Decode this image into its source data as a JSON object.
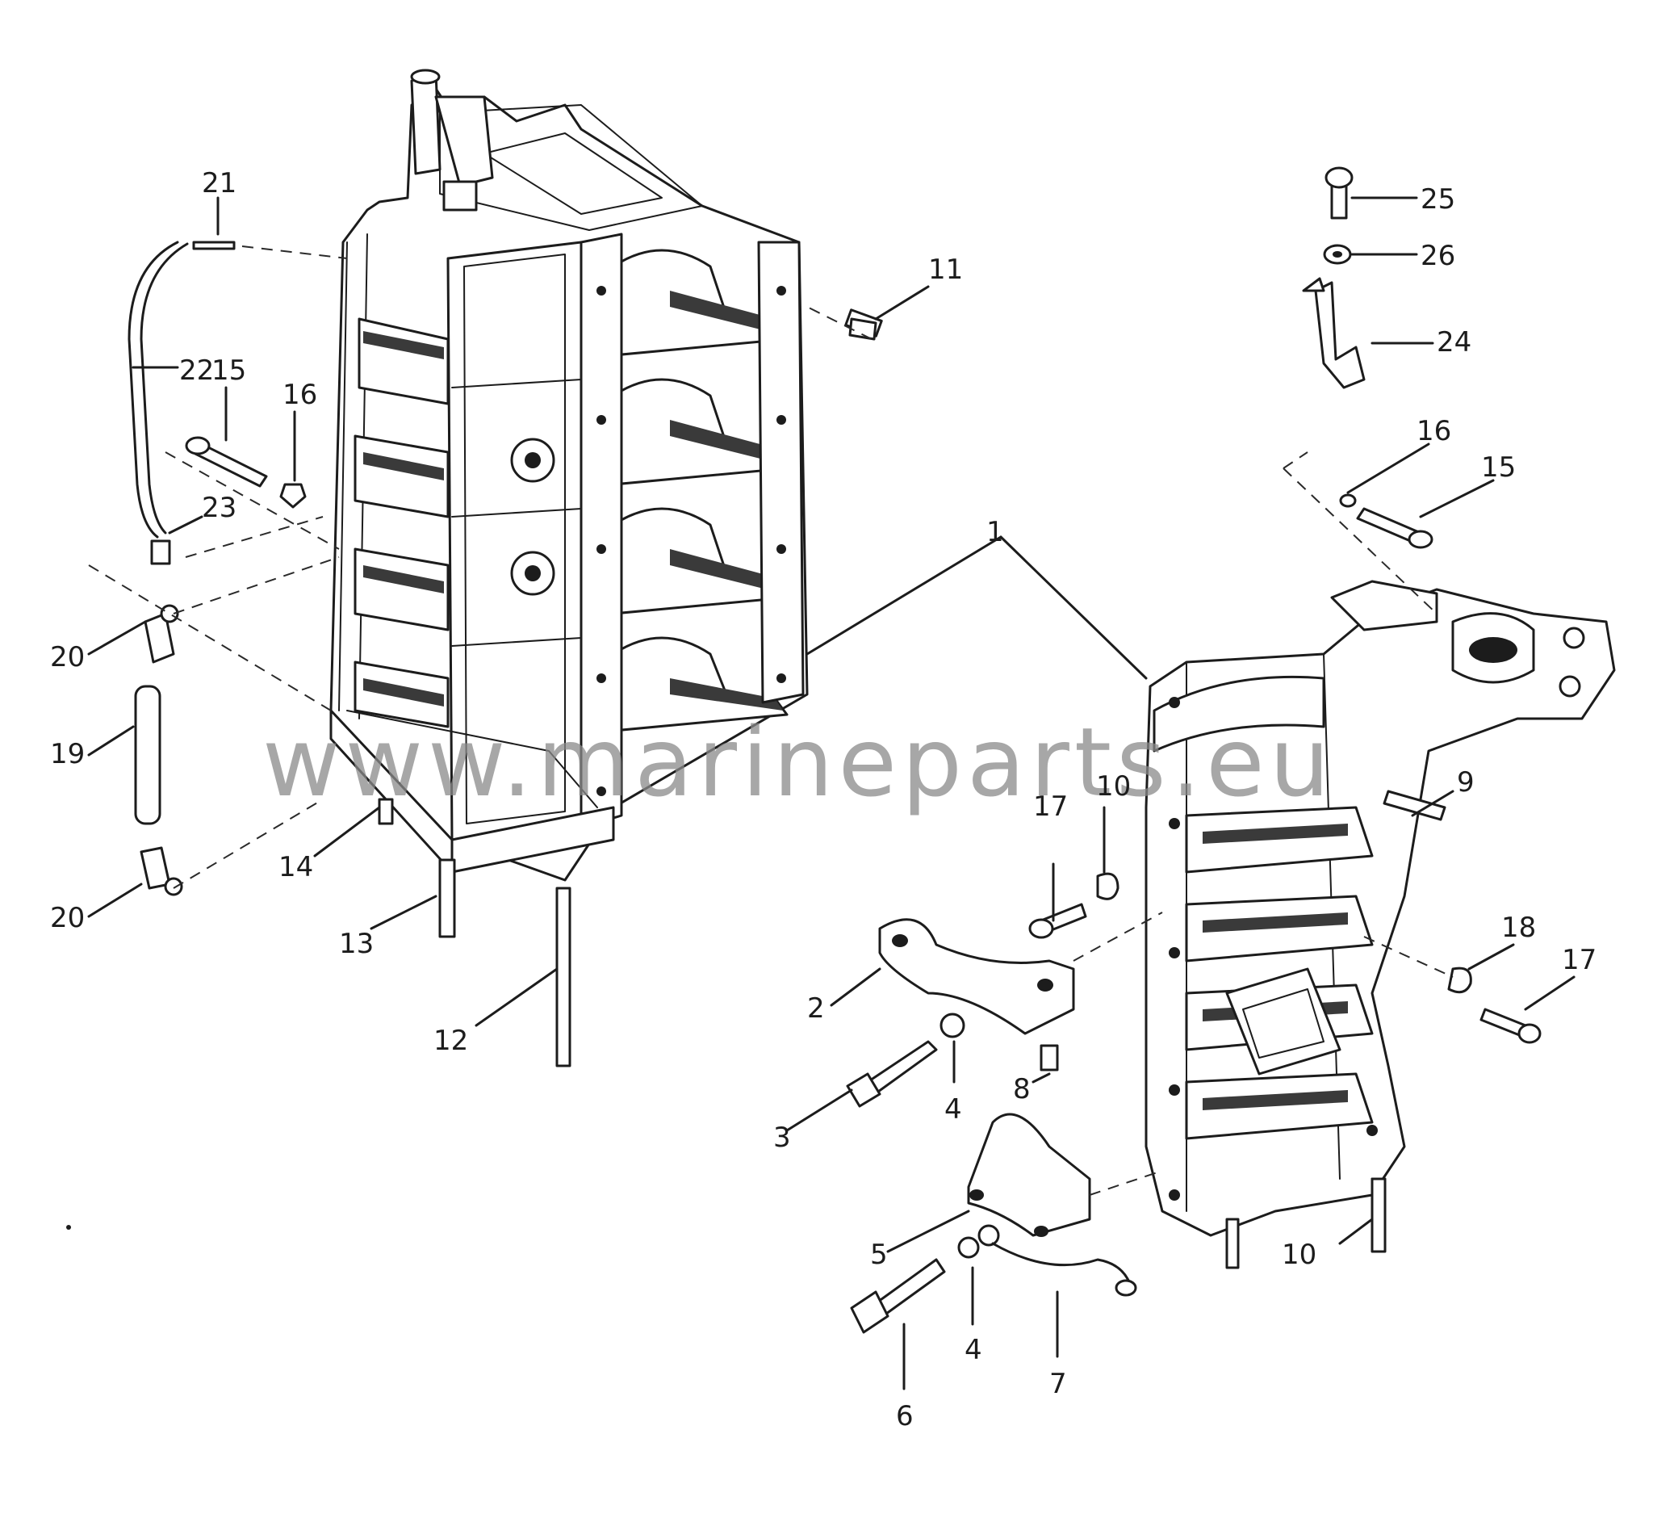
{
  "watermark": "www.marineparts.eu",
  "callouts": [
    {
      "id": "c1",
      "text": "1"
    },
    {
      "id": "c2",
      "text": "2"
    },
    {
      "id": "c3",
      "text": "3"
    },
    {
      "id": "c4a",
      "text": "4"
    },
    {
      "id": "c4b",
      "text": "4"
    },
    {
      "id": "c5",
      "text": "5"
    },
    {
      "id": "c6",
      "text": "6"
    },
    {
      "id": "c7",
      "text": "7"
    },
    {
      "id": "c8",
      "text": "8"
    },
    {
      "id": "c9",
      "text": "9"
    },
    {
      "id": "c10a",
      "text": "10"
    },
    {
      "id": "c10b",
      "text": "10"
    },
    {
      "id": "c11",
      "text": "11"
    },
    {
      "id": "c12",
      "text": "12"
    },
    {
      "id": "c13",
      "text": "13"
    },
    {
      "id": "c14",
      "text": "14"
    },
    {
      "id": "c15a",
      "text": "15"
    },
    {
      "id": "c15b",
      "text": "15"
    },
    {
      "id": "c16a",
      "text": "16"
    },
    {
      "id": "c16b",
      "text": "16"
    },
    {
      "id": "c17a",
      "text": "17"
    },
    {
      "id": "c17b",
      "text": "17"
    },
    {
      "id": "c18",
      "text": "18"
    },
    {
      "id": "c19",
      "text": "19"
    },
    {
      "id": "c20a",
      "text": "20"
    },
    {
      "id": "c20b",
      "text": "20"
    },
    {
      "id": "c21",
      "text": "21"
    },
    {
      "id": "c22",
      "text": "22"
    },
    {
      "id": "c23",
      "text": "23"
    },
    {
      "id": "c24",
      "text": "24"
    },
    {
      "id": "c25",
      "text": "25"
    },
    {
      "id": "c26",
      "text": "26"
    }
  ]
}
